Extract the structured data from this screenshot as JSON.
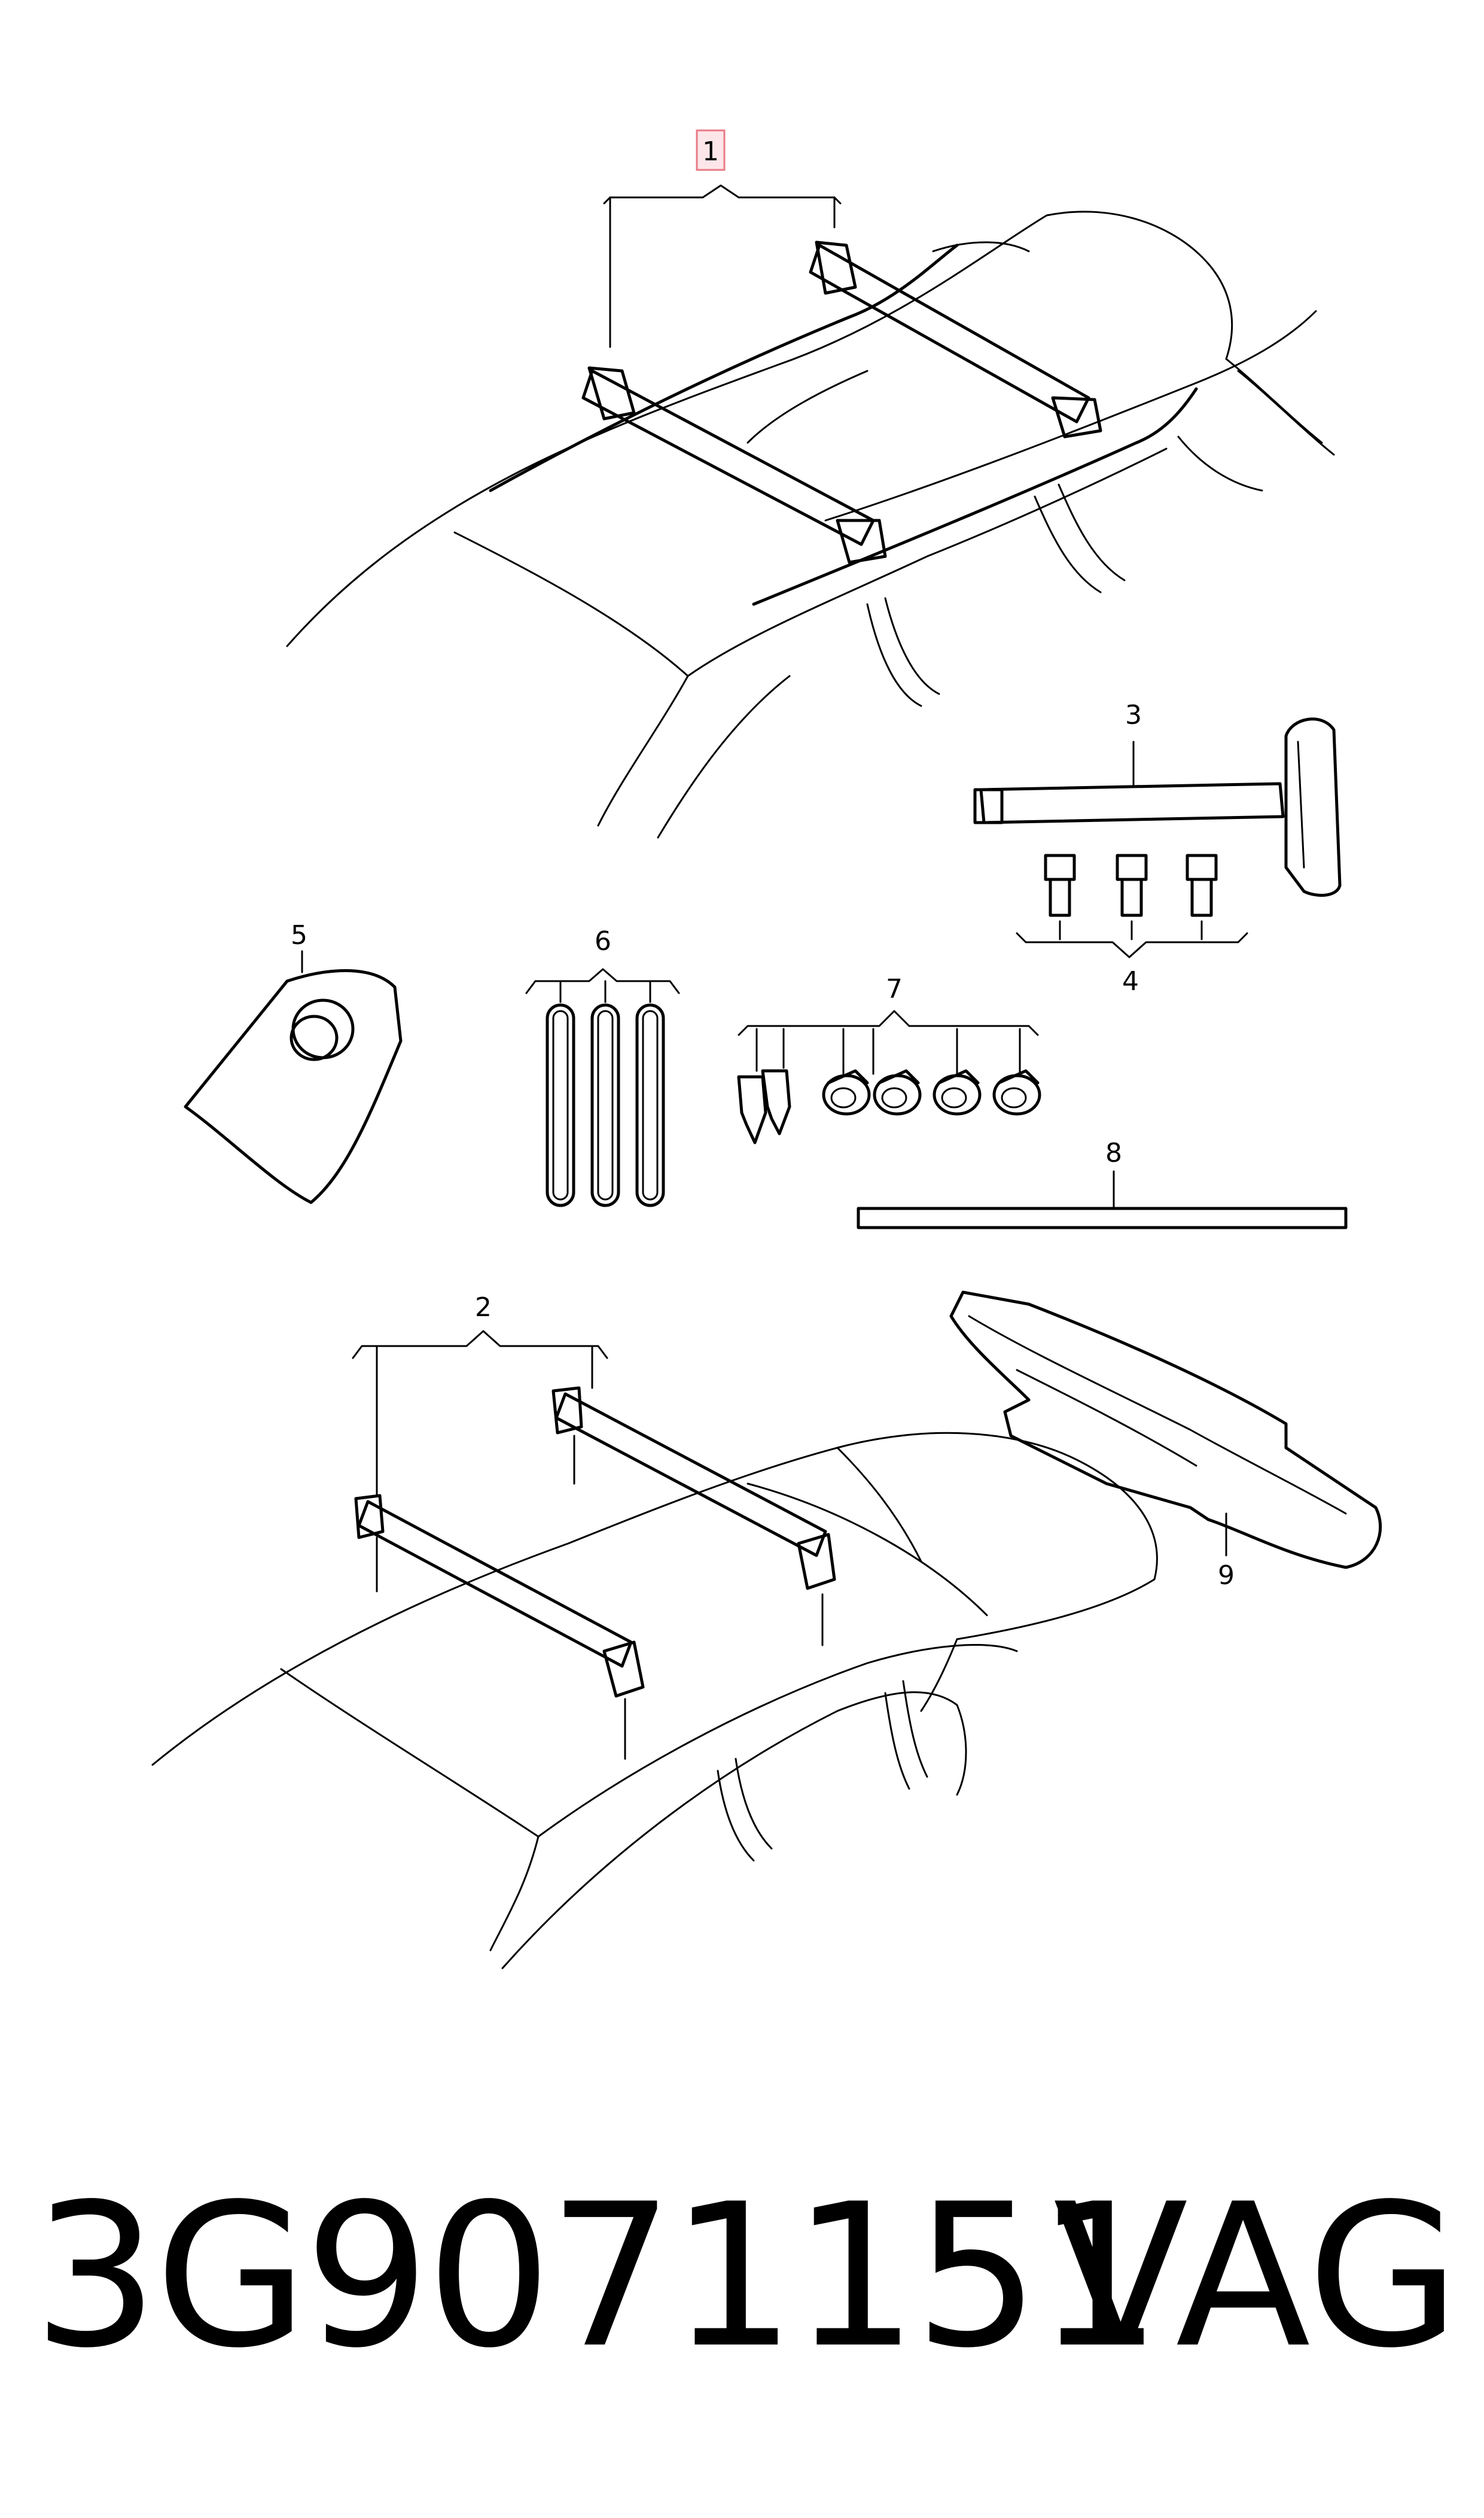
{
  "callouts": [
    {
      "id": "1",
      "label": "1",
      "highlighted": true
    },
    {
      "id": "2",
      "label": "2"
    },
    {
      "id": "3",
      "label": "3"
    },
    {
      "id": "4",
      "label": "4"
    },
    {
      "id": "5",
      "label": "5"
    },
    {
      "id": "6",
      "label": "6"
    },
    {
      "id": "7",
      "label": "7"
    },
    {
      "id": "8",
      "label": "8"
    },
    {
      "id": "9",
      "label": "9"
    }
  ],
  "footer": {
    "part_number": "3G9071151",
    "brand": "VAG"
  },
  "colors": {
    "line": "#000000",
    "highlight_border": "#e87a86",
    "highlight_fill": "#fde6e9",
    "background": "#ffffff"
  }
}
